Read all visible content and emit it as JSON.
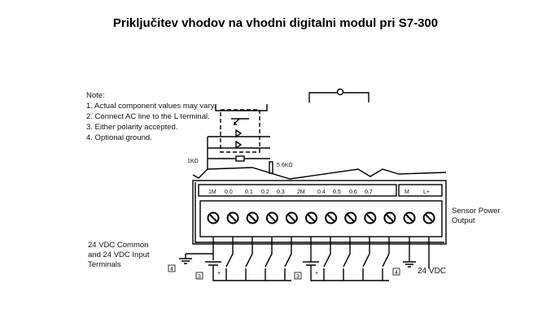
{
  "title": "Priključitev vhodov na vhodni digitalni modul pri S7-300",
  "notes": {
    "heading": "Note:",
    "items": [
      "1. Actual component values may vary.",
      "2. Connect AC line to the L terminal.",
      "3. Either polarity accepted.",
      "4. Optional ground."
    ]
  },
  "resistors": {
    "r1": "1KΩ",
    "r2": "5.6KΩ"
  },
  "terminal_labels": [
    "1M",
    "0.0",
    "0.1",
    "0.2",
    "0.3",
    "2M",
    "0.4",
    "0.5",
    "0.6",
    "0.7"
  ],
  "power_labels": [
    "M",
    "L+"
  ],
  "sensor_power": {
    "line1": "Sensor Power",
    "line2": "Output"
  },
  "common_label": {
    "line1": "24 VDC Common",
    "line2": "and 24 VDC Input",
    "line3": "Terminals"
  },
  "vdc_label": "24 VDC",
  "note_refs": {
    "ground_left": "4",
    "battery1": "3",
    "battery2": "3",
    "ground_right": "4"
  }
}
